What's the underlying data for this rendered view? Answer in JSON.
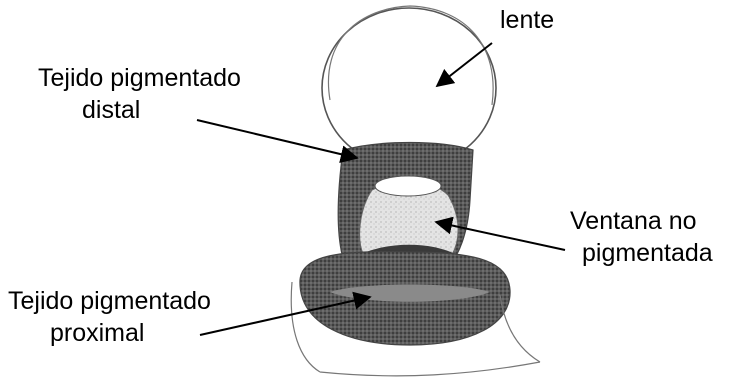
{
  "labels": {
    "lente": "lente",
    "distal": [
      "Tejido pigmentado",
      "distal"
    ],
    "window": [
      "Ventana no",
      "pigmentada"
    ],
    "proximal": [
      "Tejido pigmentado",
      "proximal"
    ]
  },
  "colors": {
    "outline": "#555555",
    "pigment_dark": "#3a3a3a",
    "pigment_mid": "#6e6e6e",
    "window_light": "#c9c9c9",
    "arrow": "#000000"
  }
}
